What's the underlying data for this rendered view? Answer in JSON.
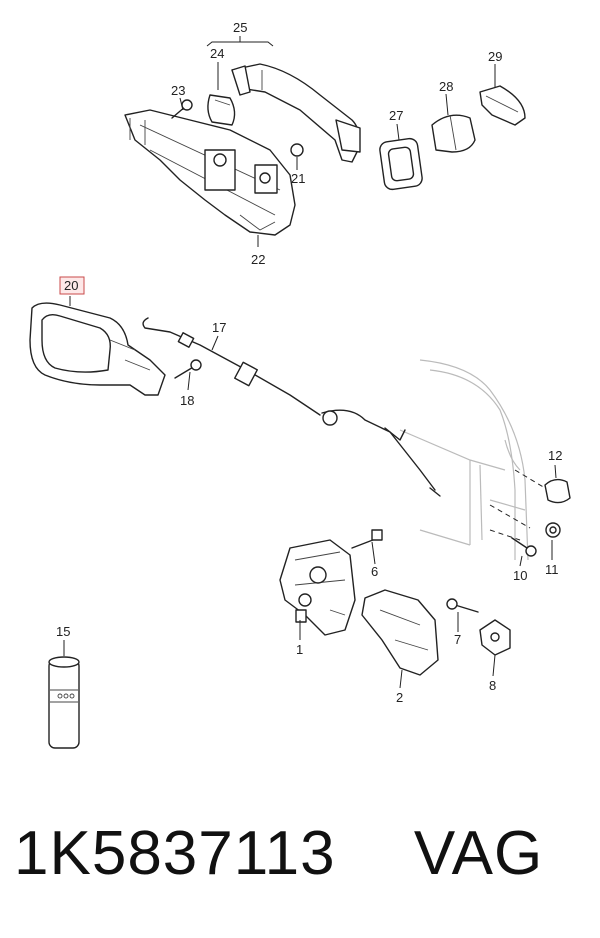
{
  "callouts": {
    "c1": "1",
    "c2": "2",
    "c6": "6",
    "c7": "7",
    "c8": "8",
    "c10": "10",
    "c11": "11",
    "c12": "12",
    "c15": "15",
    "c17": "17",
    "c18": "18",
    "c20": "20",
    "c21": "21",
    "c22": "22",
    "c23": "23",
    "c24": "24",
    "c25": "25",
    "c27": "27",
    "c28": "28",
    "c29": "29"
  },
  "highlighted_callout": "20",
  "footer": {
    "part_number": "1K5837113",
    "brand": "VAG"
  }
}
